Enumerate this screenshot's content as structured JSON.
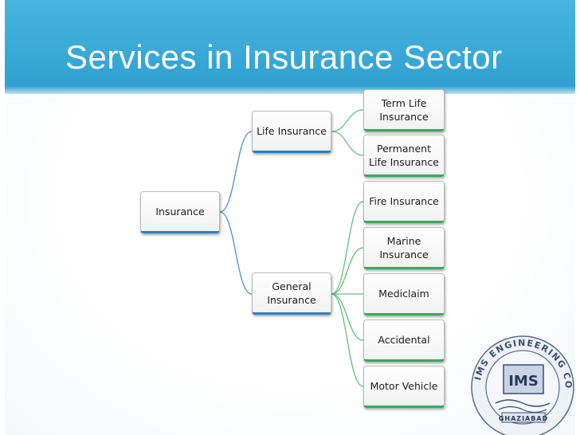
{
  "title": "Services in Insurance Sector",
  "colors": {
    "header": "#3aa9da",
    "title_text": "#ffffff",
    "blue_connector": "#4a8fd0",
    "green_connector": "#5ec07a",
    "root_accent": "#2c80c8",
    "leaf_accent": "#3ea65c"
  },
  "diagram": {
    "root": {
      "label": "Insurance"
    },
    "branches": [
      {
        "label": "Life Insurance",
        "children": [
          {
            "label": "Term Life Insurance"
          },
          {
            "label": "Permanent Life Insurance"
          }
        ]
      },
      {
        "label": "General Insurance",
        "children": [
          {
            "label": "Fire Insurance"
          },
          {
            "label": "Marine Insurance"
          },
          {
            "label": "Mediclaim"
          },
          {
            "label": "Accidental"
          },
          {
            "label": "Motor Vehicle"
          }
        ]
      }
    ]
  },
  "logo": {
    "center_text": "IMS",
    "ring_text": "IMS ENGINEERING COLLEGE",
    "bottom_text": "GHAZIABAD"
  }
}
